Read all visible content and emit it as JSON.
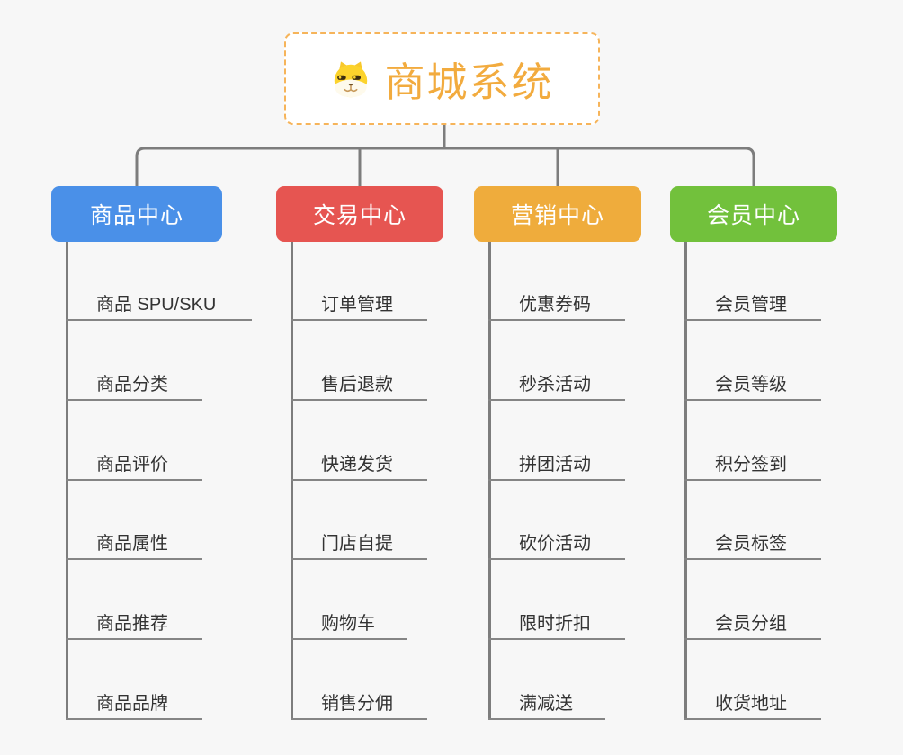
{
  "root": {
    "title": "商城系统",
    "icon": "dog-face-icon"
  },
  "line_color": "#7d7d7d",
  "root_border_color": "#f6b45a",
  "root_title_color": "#f2ab3e",
  "branches": [
    {
      "label": "商品中心",
      "color": "#4a90e8",
      "items": [
        "商品 SPU/SKU",
        "商品分类",
        "商品评价",
        "商品属性",
        "商品推荐",
        "商品品牌"
      ]
    },
    {
      "label": "交易中心",
      "color": "#e65551",
      "items": [
        "订单管理",
        "售后退款",
        "快递发货",
        "门店自提",
        "购物车",
        "销售分佣"
      ]
    },
    {
      "label": "营销中心",
      "color": "#efac3c",
      "items": [
        "优惠券码",
        "秒杀活动",
        "拼团活动",
        "砍价活动",
        "限时折扣",
        "满减送"
      ]
    },
    {
      "label": "会员中心",
      "color": "#72c13c",
      "items": [
        "会员管理",
        "会员等级",
        "积分签到",
        "会员标签",
        "会员分组",
        "收货地址"
      ]
    }
  ]
}
